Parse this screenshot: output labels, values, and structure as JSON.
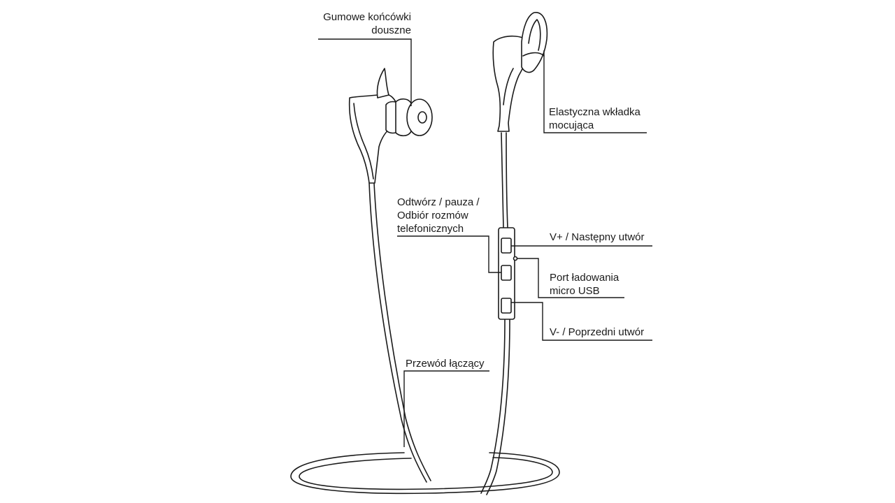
{
  "labels": {
    "ear_tips": {
      "line1": "Gumowe końcówki",
      "line2": "douszne"
    },
    "ear_wing": {
      "line1": "Elastyczna wkładka",
      "line2": "mocująca"
    },
    "play_pause": {
      "line1": "Odtwórz / pauza /",
      "line2": "Odbiór rozmów",
      "line3": "telefonicznych"
    },
    "volume_up": "V+ / Następny utwór",
    "usb_port": {
      "line1": "Port ładowania",
      "line2": "micro USB"
    },
    "volume_down": "V- / Poprzedni utwór",
    "cable": "Przewód łączący"
  }
}
